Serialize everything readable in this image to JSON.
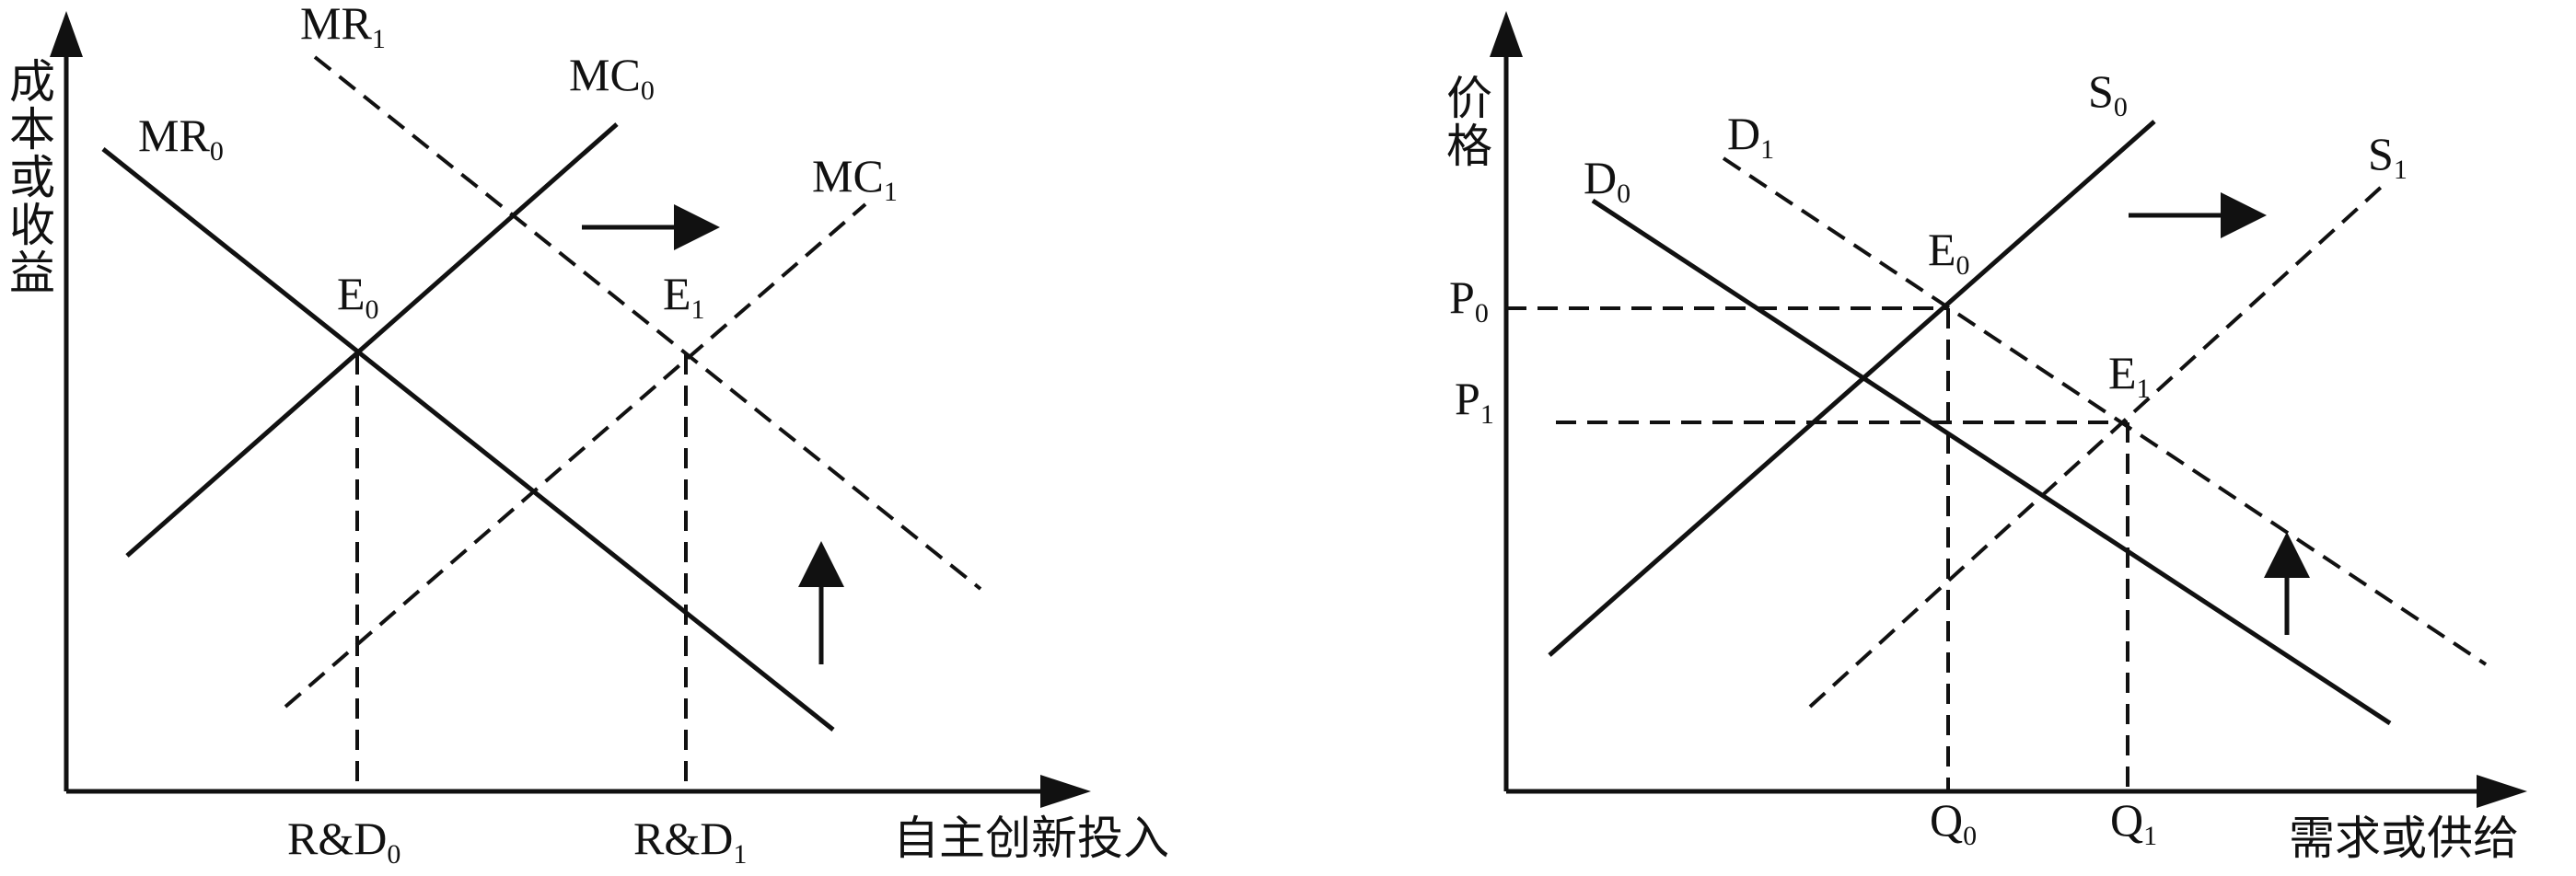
{
  "left_panel": {
    "y_axis_label": "成本或收益",
    "x_axis_label": "自主创新投入",
    "curves": {
      "mr0": {
        "main": "MR",
        "sub": "0"
      },
      "mr1": {
        "main": "MR",
        "sub": "1"
      },
      "mc0": {
        "main": "MC",
        "sub": "0"
      },
      "mc1": {
        "main": "MC",
        "sub": "1"
      }
    },
    "points": {
      "e0": {
        "main": "E",
        "sub": "0"
      },
      "e1": {
        "main": "E",
        "sub": "1"
      }
    },
    "ticks": {
      "rd0": {
        "main": "R&D",
        "sub": "0"
      },
      "rd1": {
        "main": "R&D",
        "sub": "1"
      }
    }
  },
  "right_panel": {
    "y_axis_label": "价格",
    "x_axis_label": "需求或供给",
    "curves": {
      "d0": {
        "main": "D",
        "sub": "0"
      },
      "d1": {
        "main": "D",
        "sub": "1"
      },
      "s0": {
        "main": "S",
        "sub": "0"
      },
      "s1": {
        "main": "S",
        "sub": "1"
      }
    },
    "points": {
      "e0": {
        "main": "E",
        "sub": "0"
      },
      "e1": {
        "main": "E",
        "sub": "1"
      }
    },
    "ticks": {
      "p0": {
        "main": "P",
        "sub": "0"
      },
      "p1": {
        "main": "P",
        "sub": "1"
      },
      "q0": {
        "main": "Q",
        "sub": "0"
      },
      "q1": {
        "main": "Q",
        "sub": "1"
      }
    }
  }
}
